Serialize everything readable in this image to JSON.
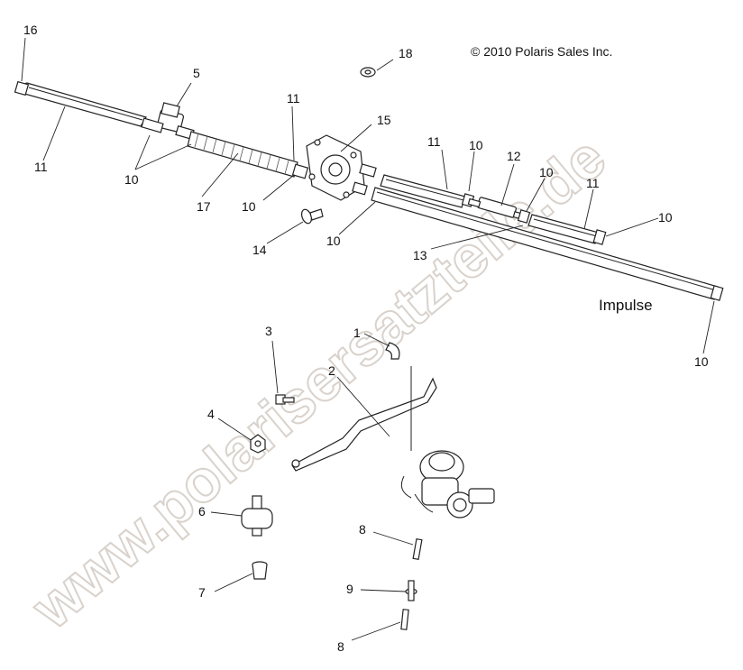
{
  "copyright": "© 2010 Polaris Sales Inc.",
  "model_label": "Impulse",
  "watermark": "www.polarisersatzteile.de",
  "callouts": {
    "c16": "16",
    "c5": "5",
    "c11a": "11",
    "c15": "15",
    "c18": "18",
    "c11b": "11",
    "c10a": "10",
    "c17": "17",
    "c10b": "10",
    "c11c": "11",
    "c10c": "10",
    "c12": "12",
    "c10d": "10",
    "c11d": "11",
    "c10e": "10",
    "c14": "14",
    "c10f": "10",
    "c13": "13",
    "c10g": "10",
    "c3": "3",
    "c1": "1",
    "c2": "2",
    "c4": "4",
    "c6": "6",
    "c8a": "8",
    "c7": "7",
    "c9": "9",
    "c8b": "8"
  }
}
